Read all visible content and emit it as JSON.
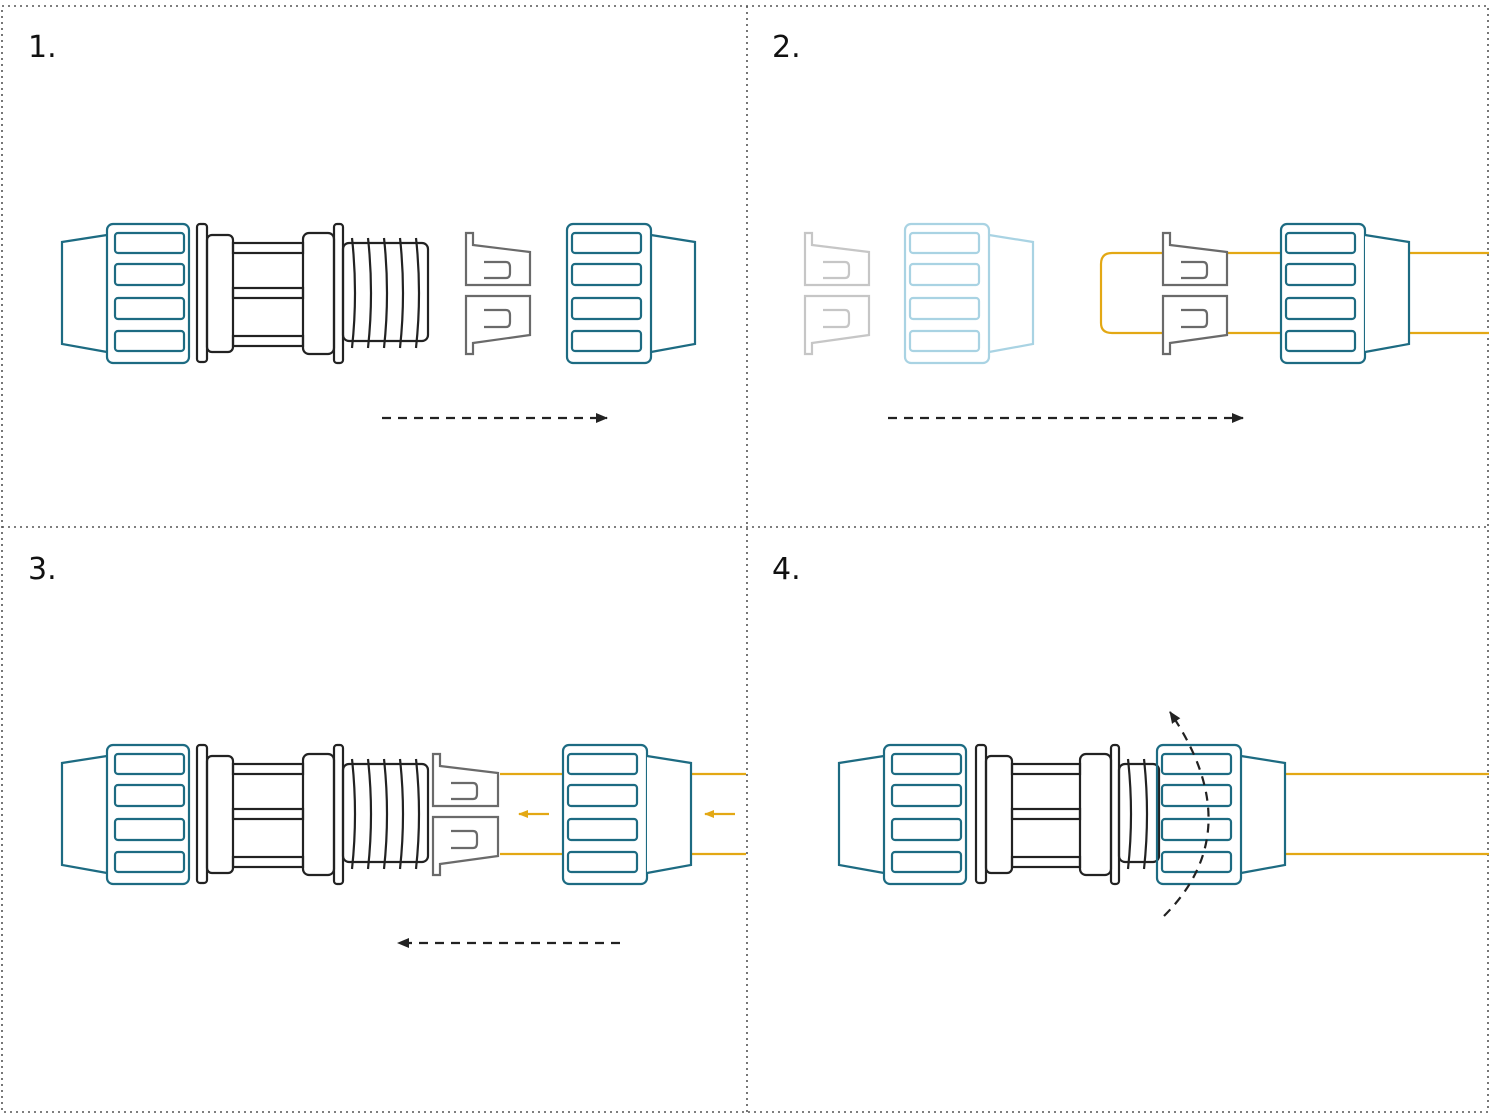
{
  "colors": {
    "teal": "#1d6b82",
    "teal_faded": "#a9d3e3",
    "black": "#222222",
    "gray": "#6a6a6a",
    "gray_faded": "#c6c6c6",
    "yellow": "#e3a814",
    "border": "#555555"
  },
  "steps": [
    {
      "label": "1."
    },
    {
      "label": "2."
    },
    {
      "label": "3."
    },
    {
      "label": "4."
    }
  ]
}
